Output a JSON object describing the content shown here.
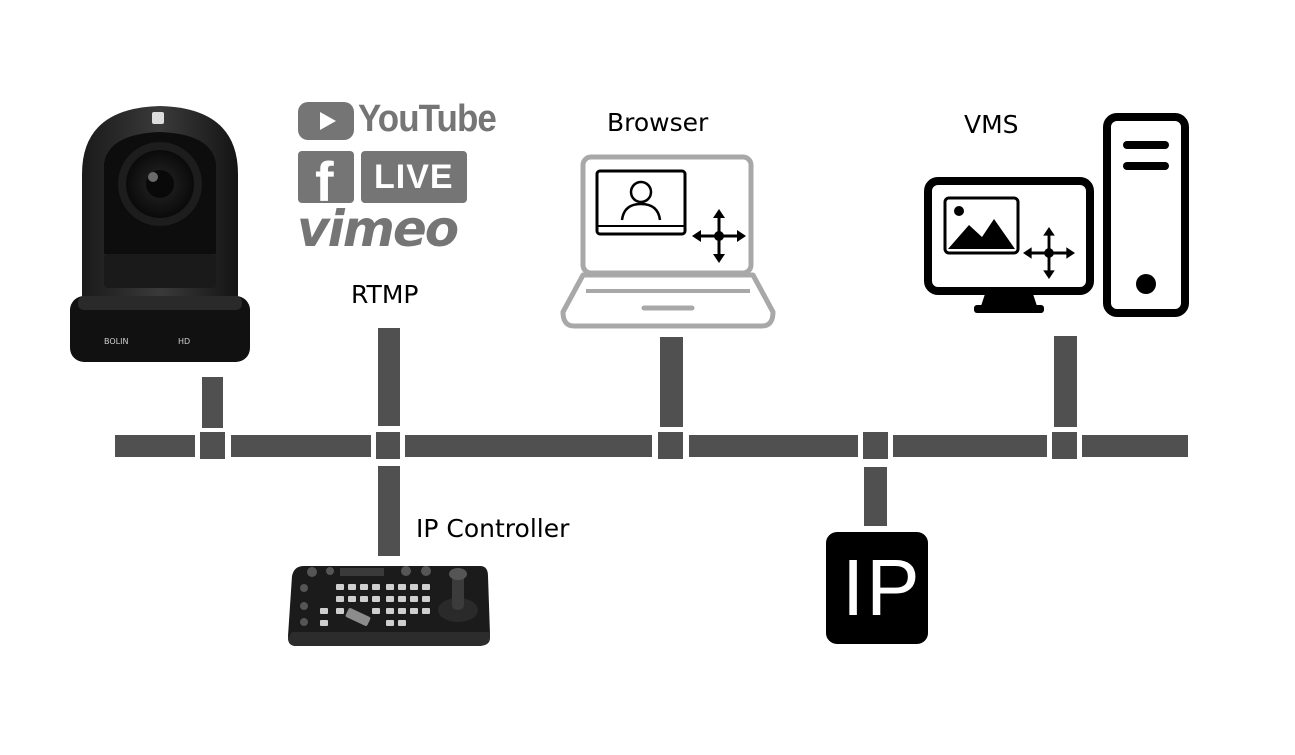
{
  "labels": {
    "rtmp": "RTMP",
    "browser": "Browser",
    "vms": "VMS",
    "ip_controller": "IP Controller"
  },
  "logos": {
    "youtube": "YouTube",
    "facebook_live": "LIVE",
    "facebook_letter": "f",
    "vimeo": "vimeo"
  },
  "camera": {
    "brand": "BOLIN",
    "model": "HD"
  },
  "ip_badge": {
    "text": "IP"
  },
  "icons": {
    "camera": "ptz-camera-icon",
    "laptop": "laptop-browser-icon",
    "desktop": "desktop-vms-icon",
    "controller": "ptz-controller-icon",
    "ip": "ip-badge-icon",
    "pan_tilt": "pan-tilt-arrows-icon"
  },
  "colors": {
    "network_line": "#505050",
    "logo_gray": "#757575",
    "laptop_gray": "#a8a8a8",
    "icon_black": "#000000"
  }
}
